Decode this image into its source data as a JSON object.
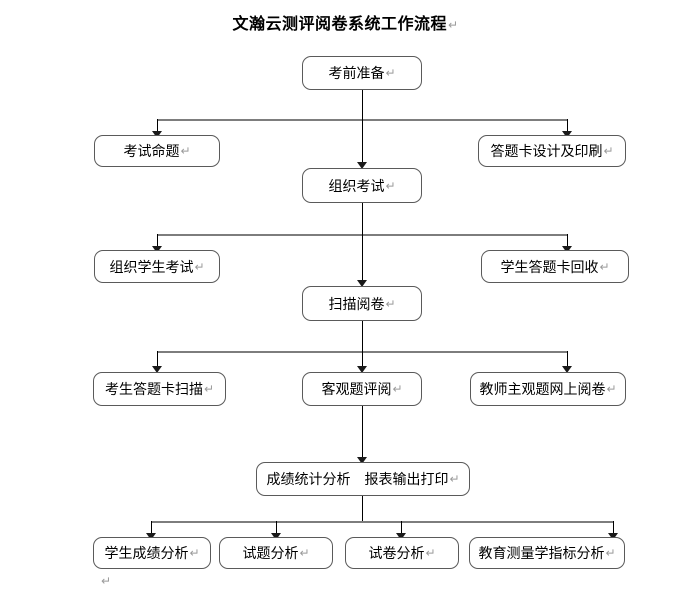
{
  "document": {
    "title": "文瀚云测评阅卷系统工作流程",
    "paragraph_mark": "↵",
    "stray_paragraph_mark": "↵"
  },
  "colors": {
    "box_border": "#5a5a5a",
    "vertical_line": "#000000",
    "horizontal_line": "#7d7d7d",
    "arrow": "#1a1a1a",
    "text": "#000000",
    "pilcrow": "#9a9a9a",
    "background": "#ffffff"
  },
  "chart_data": {
    "type": "flowchart",
    "title": "文瀚云测评阅卷系统工作流程",
    "orientation": "top-down",
    "levels": [
      {
        "index": 0,
        "nodes": [
          "考前准备"
        ]
      },
      {
        "index": 1,
        "nodes": [
          "考试命题",
          "答题卡设计及印刷"
        ]
      },
      {
        "index": 2,
        "nodes": [
          "组织考试"
        ]
      },
      {
        "index": 3,
        "nodes": [
          "组织学生考试",
          "学生答题卡回收"
        ]
      },
      {
        "index": 4,
        "nodes": [
          "扫描阅卷"
        ]
      },
      {
        "index": 5,
        "nodes": [
          "考生答题卡扫描",
          "客观题评阅",
          "教师主观题网上阅卷"
        ]
      },
      {
        "index": 6,
        "nodes": [
          "成绩统计分析  报表输出打印"
        ]
      },
      {
        "index": 7,
        "nodes": [
          "学生成绩分析",
          "试题分析",
          "试卷分析",
          "教育测量学指标分析"
        ]
      }
    ],
    "edges": [
      {
        "from": "考前准备",
        "to": "考试命题"
      },
      {
        "from": "考前准备",
        "to": "答题卡设计及印刷"
      },
      {
        "from": "考前准备",
        "to": "组织考试"
      },
      {
        "from": "组织考试",
        "to": "组织学生考试"
      },
      {
        "from": "组织考试",
        "to": "学生答题卡回收"
      },
      {
        "from": "组织考试",
        "to": "扫描阅卷"
      },
      {
        "from": "扫描阅卷",
        "to": "考生答题卡扫描"
      },
      {
        "from": "扫描阅卷",
        "to": "客观题评阅"
      },
      {
        "from": "扫描阅卷",
        "to": "教师主观题网上阅卷"
      },
      {
        "from": "客观题评阅",
        "to": "成绩统计分析  报表输出打印"
      },
      {
        "from": "成绩统计分析  报表输出打印",
        "to": "学生成绩分析"
      },
      {
        "from": "成绩统计分析  报表输出打印",
        "to": "试题分析"
      },
      {
        "from": "成绩统计分析  报表输出打印",
        "to": "试卷分析"
      },
      {
        "from": "成绩统计分析  报表输出打印",
        "to": "教育测量学指标分析"
      }
    ]
  },
  "nodes": {
    "n0": {
      "label": "考前准备",
      "mark": "↵"
    },
    "n1a": {
      "label": "考试命题",
      "mark": "↵"
    },
    "n1b": {
      "label": "答题卡设计及印刷",
      "mark": "↵"
    },
    "n2": {
      "label": "组织考试",
      "mark": "↵"
    },
    "n3a": {
      "label": "组织学生考试",
      "mark": "↵"
    },
    "n3b": {
      "label": "学生答题卡回收",
      "mark": "↵"
    },
    "n4": {
      "label": "扫描阅卷",
      "mark": "↵"
    },
    "n5a": {
      "label": "考生答题卡扫描",
      "mark": "↵"
    },
    "n5b": {
      "label": "客观题评阅",
      "mark": "↵"
    },
    "n5c": {
      "label": "教师主观题网上阅卷",
      "mark": "↵"
    },
    "n6": {
      "label": "成绩统计分析　报表输出打印",
      "mark": "↵"
    },
    "n7a": {
      "label": "学生成绩分析",
      "mark": "↵"
    },
    "n7b": {
      "label": "试题分析",
      "mark": "↵"
    },
    "n7c": {
      "label": "试卷分析",
      "mark": "↵"
    },
    "n7d": {
      "label": "教育测量学指标分析",
      "mark": "↵"
    }
  }
}
